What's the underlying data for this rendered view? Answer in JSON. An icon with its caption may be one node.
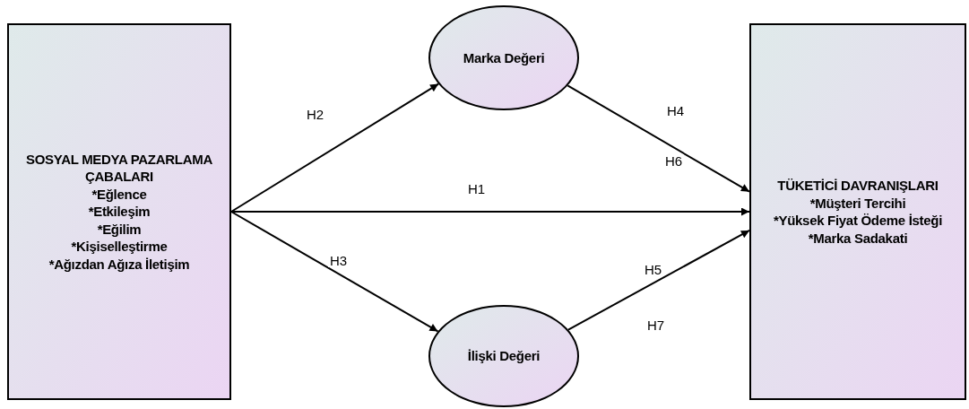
{
  "diagram": {
    "nodes": [
      {
        "text": [
          "SOSYAL MEDYA PAZARLAMA ÇABALARI",
          "*Eğlence",
          "*Etkileşim",
          "*Eğilim",
          "*Kişiselleştirme",
          "*Ağızdan Ağıza İletişim"
        ]
      },
      {
        "text": [
          "Marka Değeri"
        ]
      },
      {
        "text": [
          "İlişki Değeri"
        ]
      },
      {
        "text": [
          "TÜKETİCİ DAVRANIŞLARI",
          "*Müşteri Tercihi",
          "*Yüksek Fiyat Ödeme İsteği",
          "*Marka Sadakati"
        ]
      }
    ],
    "edges": [
      {
        "from": 0,
        "to": 1,
        "arrow": "to",
        "label": "H2"
      },
      {
        "from": 0,
        "to": 3,
        "arrow": "to",
        "label": "H1"
      },
      {
        "from": 0,
        "to": 2,
        "arrow": "to",
        "label": "H3"
      },
      {
        "from": 1,
        "to": 3,
        "arrow": "to",
        "label": "H4"
      },
      {
        "from": 2,
        "to": 3,
        "arrow": "to",
        "label": "H5"
      }
    ],
    "labels": [
      "H6",
      "H7"
    ]
  }
}
